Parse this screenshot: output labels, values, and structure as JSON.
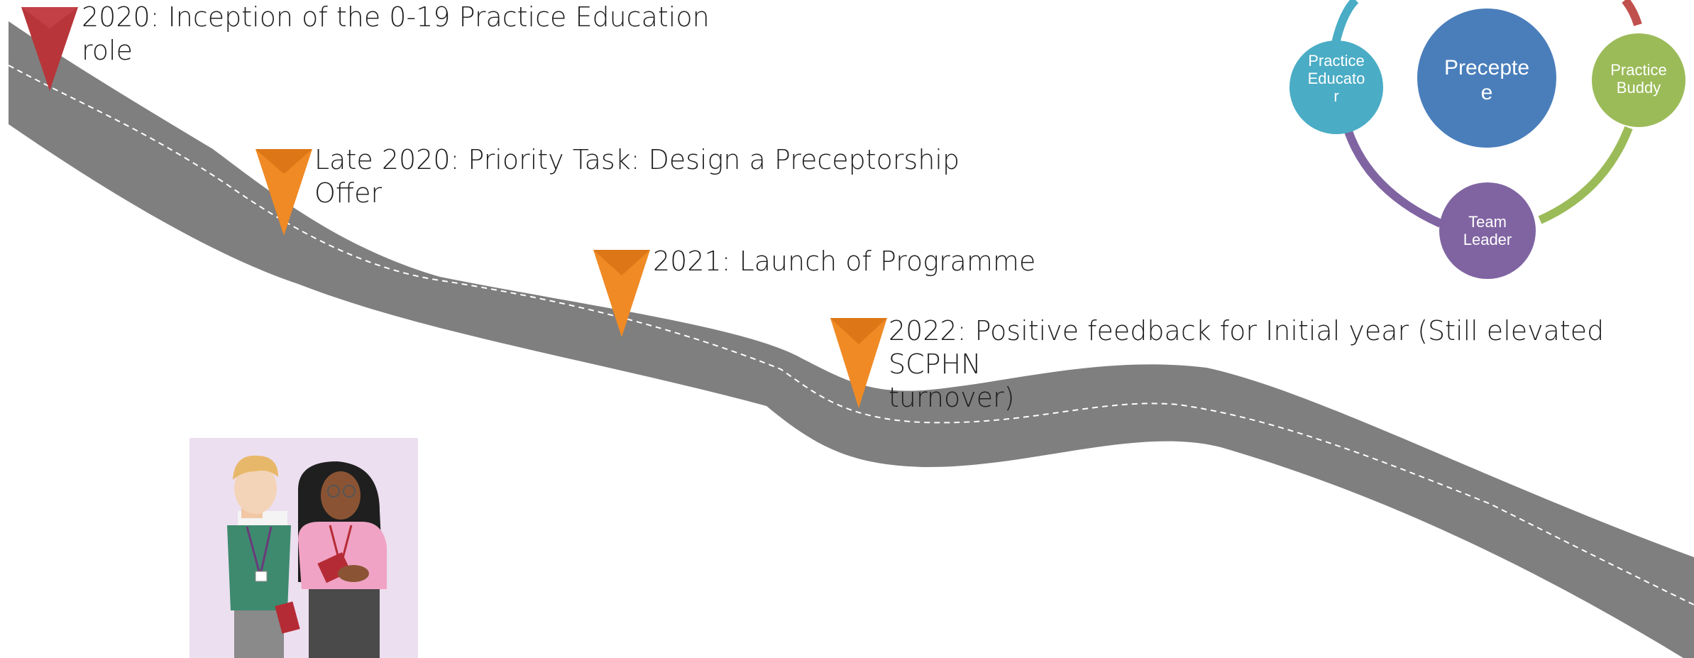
{
  "milestones": [
    {
      "label": "2020: Inception of the 0-19 Practice Education role",
      "color": "#b8353a"
    },
    {
      "label": "Late 2020: Priority Task: Design a Preceptorship Offer",
      "color": "#f08a24"
    },
    {
      "label": "2021: Launch of Programme",
      "color": "#f08a24"
    },
    {
      "label": "2022: Positive feedback for Initial year (Still elevated SCPHN turnover)",
      "color": "#f08a24"
    }
  ],
  "milestone_lines": [
    [
      "2020: Inception of the 0-19 Practice Education",
      "role"
    ],
    [
      "Late 2020: Priority Task: Design a Preceptorship",
      "Offer"
    ],
    [
      "2021: Launch of Programme"
    ],
    [
      "2022: Positive feedback for Initial year (Still elevated SCPHN",
      "turnover)"
    ]
  ],
  "cycle": {
    "center": {
      "lines": [
        "Precepte",
        "e"
      ],
      "color": "#4a7ebb"
    },
    "nodes": [
      {
        "lines": [
          "Practice",
          "Educato",
          "r"
        ],
        "color": "#4aacc5"
      },
      {
        "lines": [
          "Practice",
          "Buddy"
        ],
        "color": "#9bbb59"
      },
      {
        "lines": [
          "Team",
          "Leader"
        ],
        "color": "#8064a2"
      }
    ],
    "arc_colors": [
      "#4aacc5",
      "#c0504d",
      "#9bbb59",
      "#8064a2"
    ]
  },
  "road_color": "#7f7f7f"
}
